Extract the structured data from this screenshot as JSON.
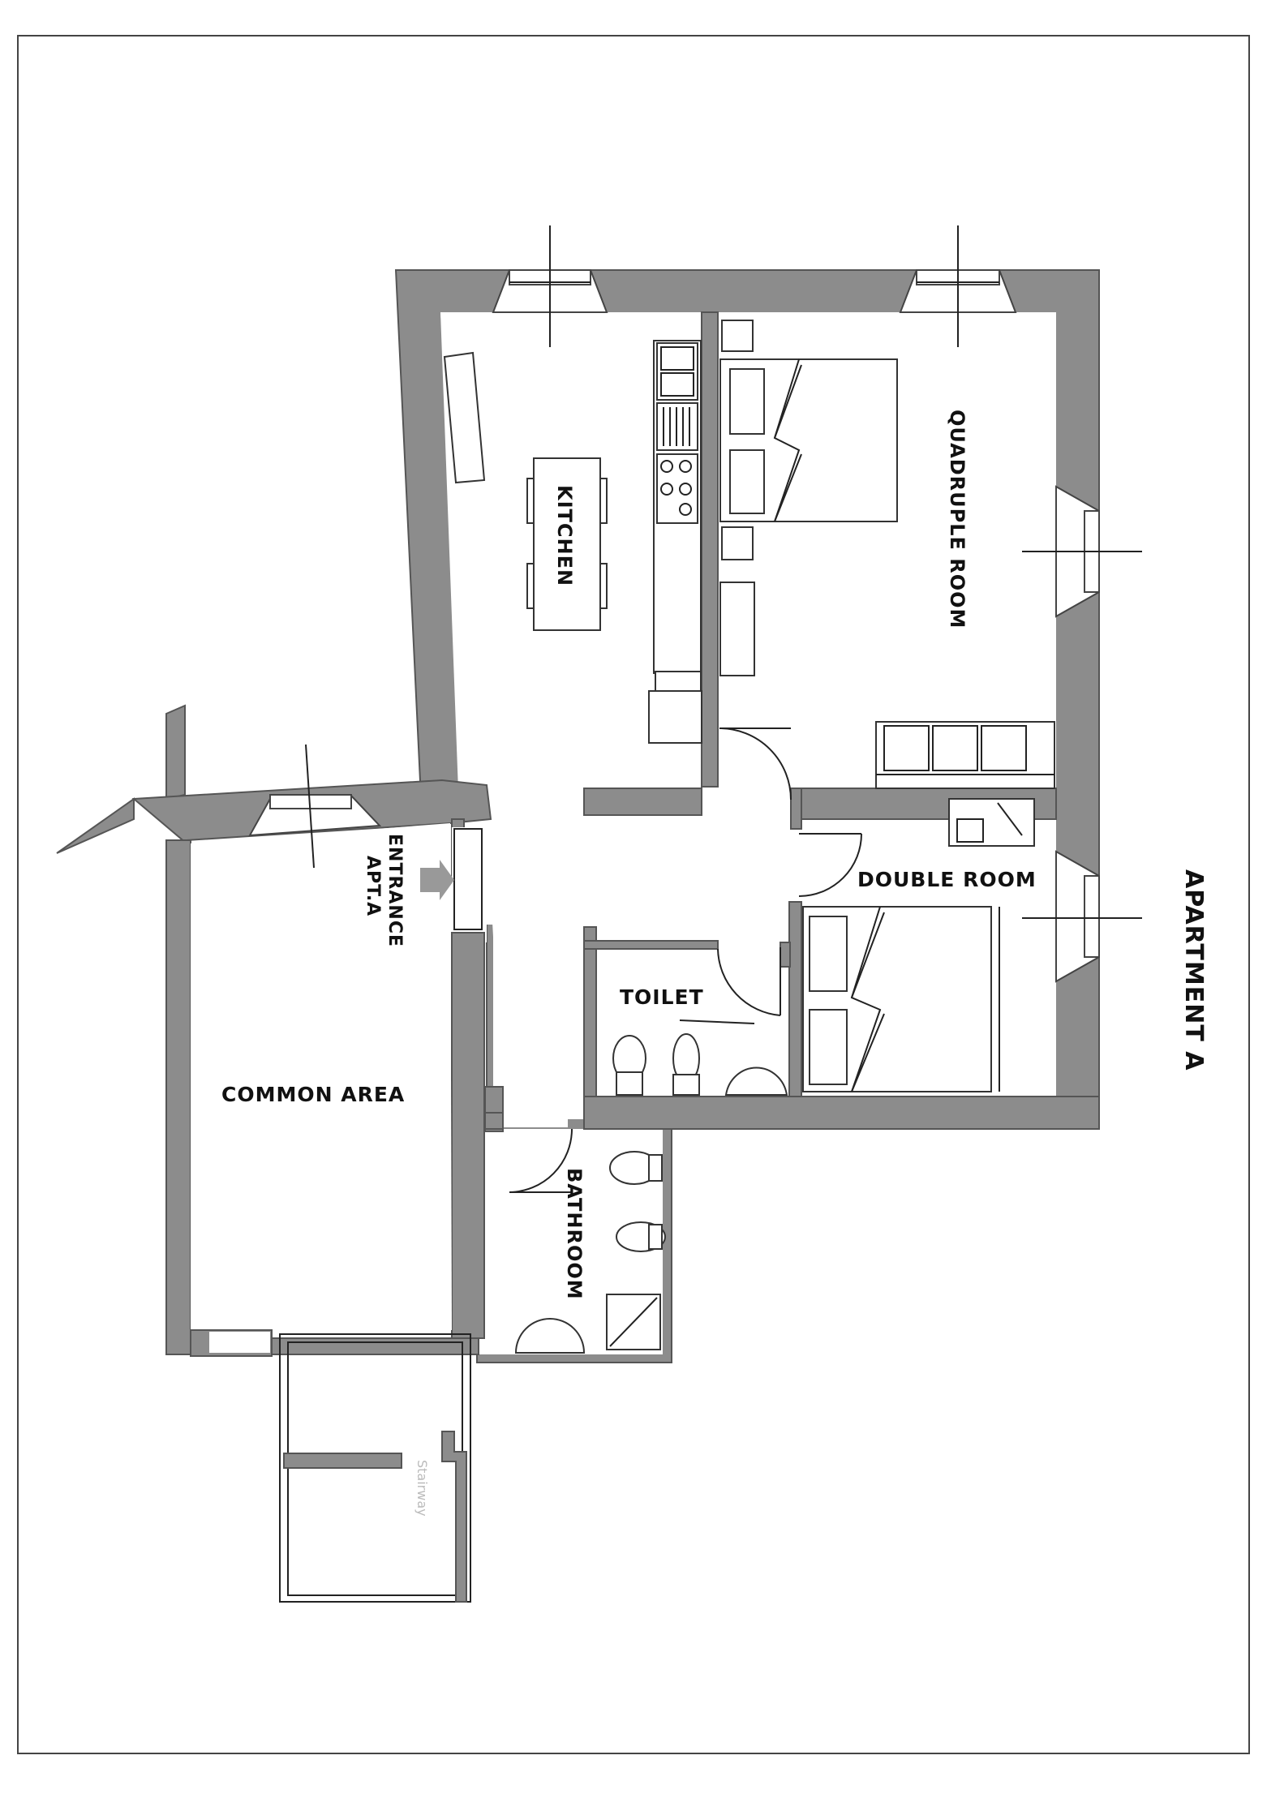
{
  "plan": {
    "title": "APARTMENT A",
    "rooms": {
      "kitchen": "KITCHEN",
      "quadruple_room": "QUADRUPLE ROOM",
      "double_room": "DOUBLE ROOM",
      "toilet": "TOILET",
      "bathroom": "BATHROOM",
      "common_area": "COMMON AREA",
      "stairway": "Stairway"
    },
    "entrance": {
      "line1": "ENTRANCE",
      "line2": "APT.A"
    }
  }
}
